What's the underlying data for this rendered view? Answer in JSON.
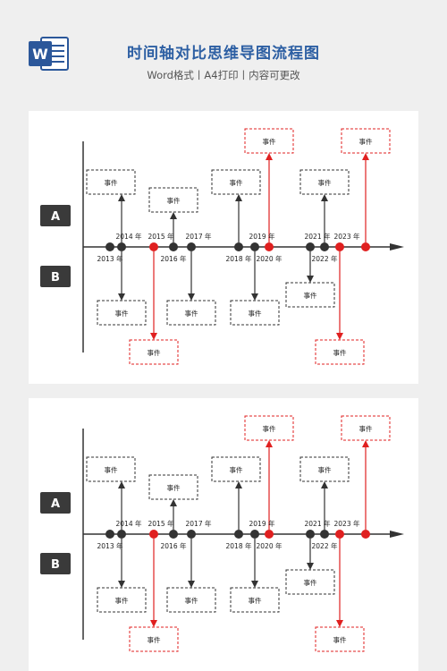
{
  "header": {
    "title": "时间轴对比思维导图流程图",
    "subtitle": "Word格式丨A4打印丨内容可更改",
    "app_icon": "word-icon",
    "app_icon_letter": "W"
  },
  "colors": {
    "accent_blue": "#2d5fa3",
    "timeline_black": "#333333",
    "highlight_red": "#e02020",
    "label_dark": "#3a3a3a"
  },
  "timeline": {
    "groups": [
      "A",
      "B"
    ],
    "event_text": "事件",
    "years": [
      {
        "label": "2013 年",
        "highlight": false,
        "label_side": "below",
        "event": "none"
      },
      {
        "label": "2014 年",
        "highlight": false,
        "label_side": "above",
        "event": "up"
      },
      {
        "label": "2015 年",
        "highlight": true,
        "label_side": "above",
        "event": "down"
      },
      {
        "label": "2016 年",
        "highlight": false,
        "label_side": "below",
        "event": "up"
      },
      {
        "label": "2017 年",
        "highlight": false,
        "label_side": "above",
        "event": "down"
      },
      {
        "label": "2018 年",
        "highlight": false,
        "label_side": "below",
        "event": "up"
      },
      {
        "label": "2019 年",
        "highlight": false,
        "label_side": "above",
        "event": "down"
      },
      {
        "label": "2020 年",
        "highlight": true,
        "label_side": "below",
        "event": "up"
      },
      {
        "label": "2021 年",
        "highlight": false,
        "label_side": "above",
        "event": "down"
      },
      {
        "label": "2022 年",
        "highlight": false,
        "label_side": "below",
        "event": "up"
      },
      {
        "label": "2023 年",
        "highlight": true,
        "label_side": "above",
        "event": "down"
      },
      {
        "label": "",
        "highlight": true,
        "label_side": "none",
        "event": "up"
      }
    ]
  }
}
